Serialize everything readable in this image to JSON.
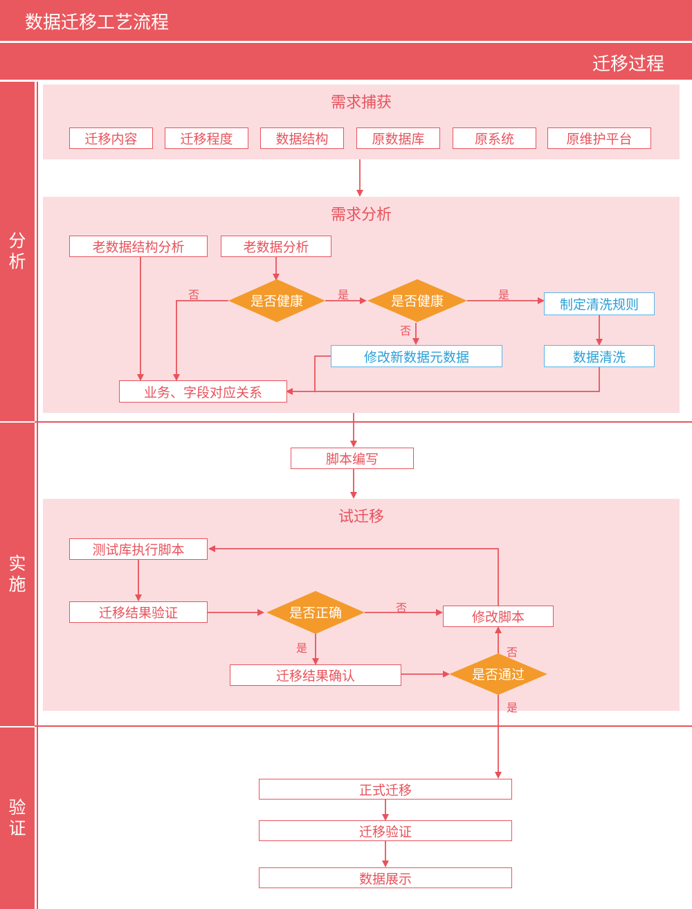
{
  "title": "数据迁移工艺流程",
  "header": "迁移过程",
  "lanes": {
    "analysis": "分析",
    "implementation": "实施",
    "verification": "验证"
  },
  "sections": {
    "capture": {
      "title": "需求捕获",
      "items": [
        "迁移内容",
        "迁移程度",
        "数据结构",
        "原数据库",
        "原系统",
        "原维护平台"
      ]
    },
    "analysis": {
      "title": "需求分析",
      "old_structure": "老数据结构分析",
      "old_data": "老数据分析",
      "healthy_1": "是否健康",
      "healthy_2": "是否健康",
      "modify_meta": "修改新数据元数据",
      "cleaning_rules": "制定清洗规则",
      "cleaning": "数据清洗",
      "mapping": "业务、字段对应关系"
    },
    "script": "脚本编写",
    "trial": {
      "title": "试迁移",
      "run_script": "测试库执行脚本",
      "verify_result": "迁移结果验证",
      "correct": "是否正确",
      "modify_script": "修改脚本",
      "confirm": "迁移结果确认",
      "passed": "是否通过"
    },
    "verify": {
      "formal": "正式迁移",
      "validation": "迁移验证",
      "display": "数据展示"
    }
  },
  "edge_labels": {
    "yes": "是",
    "no": "否"
  },
  "colors": {
    "primary": "#e9585e",
    "section_fill": "#fbdde0",
    "diamond": "#f39a2b",
    "blue": "#2a9fd8"
  }
}
